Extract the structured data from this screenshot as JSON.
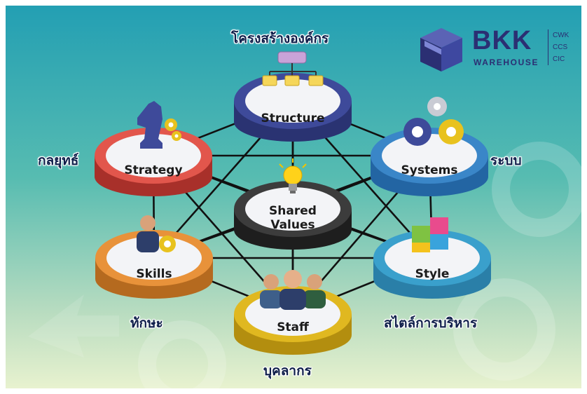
{
  "logo": {
    "brand": "BKK",
    "subtitle": "WAREHOUSE",
    "codes": [
      "CWK",
      "CCS",
      "CIC"
    ],
    "colors": {
      "primary": "#2b2f73",
      "secondary": "#5b63b5"
    }
  },
  "nodes": {
    "structure": {
      "label": "Structure",
      "thai": "โครงสร้างองค์กร",
      "icon": "org-chart-icon",
      "rim": "#3e4a9a"
    },
    "systems": {
      "label": "Systems",
      "thai": "ระบบ",
      "icon": "gears-icon",
      "rim": "#3a86c8"
    },
    "style": {
      "label": "Style",
      "thai": "สไตล์การบริหาร",
      "icon": "puzzle-icon",
      "rim": "#3aa0cc"
    },
    "staff": {
      "label": "Staff",
      "thai": "บุคลากร",
      "icon": "people-group-icon",
      "rim": "#e0b820"
    },
    "skills": {
      "label": "Skills",
      "thai": "ทักษะ",
      "icon": "businessman-gear-icon",
      "rim": "#e8923a"
    },
    "strategy": {
      "label": "Strategy",
      "thai": "กลยุทธ์",
      "icon": "chess-knight-icon",
      "rim": "#e2564c"
    },
    "shared": {
      "label_line1": "Shared",
      "label_line2": "Values",
      "icon": "lightbulb-icon",
      "rim": "#3c3c3c"
    }
  },
  "colors": {
    "bg_top": "#2aa6b0",
    "bg_bottom": "#e4efcc",
    "connector": "#111111"
  }
}
